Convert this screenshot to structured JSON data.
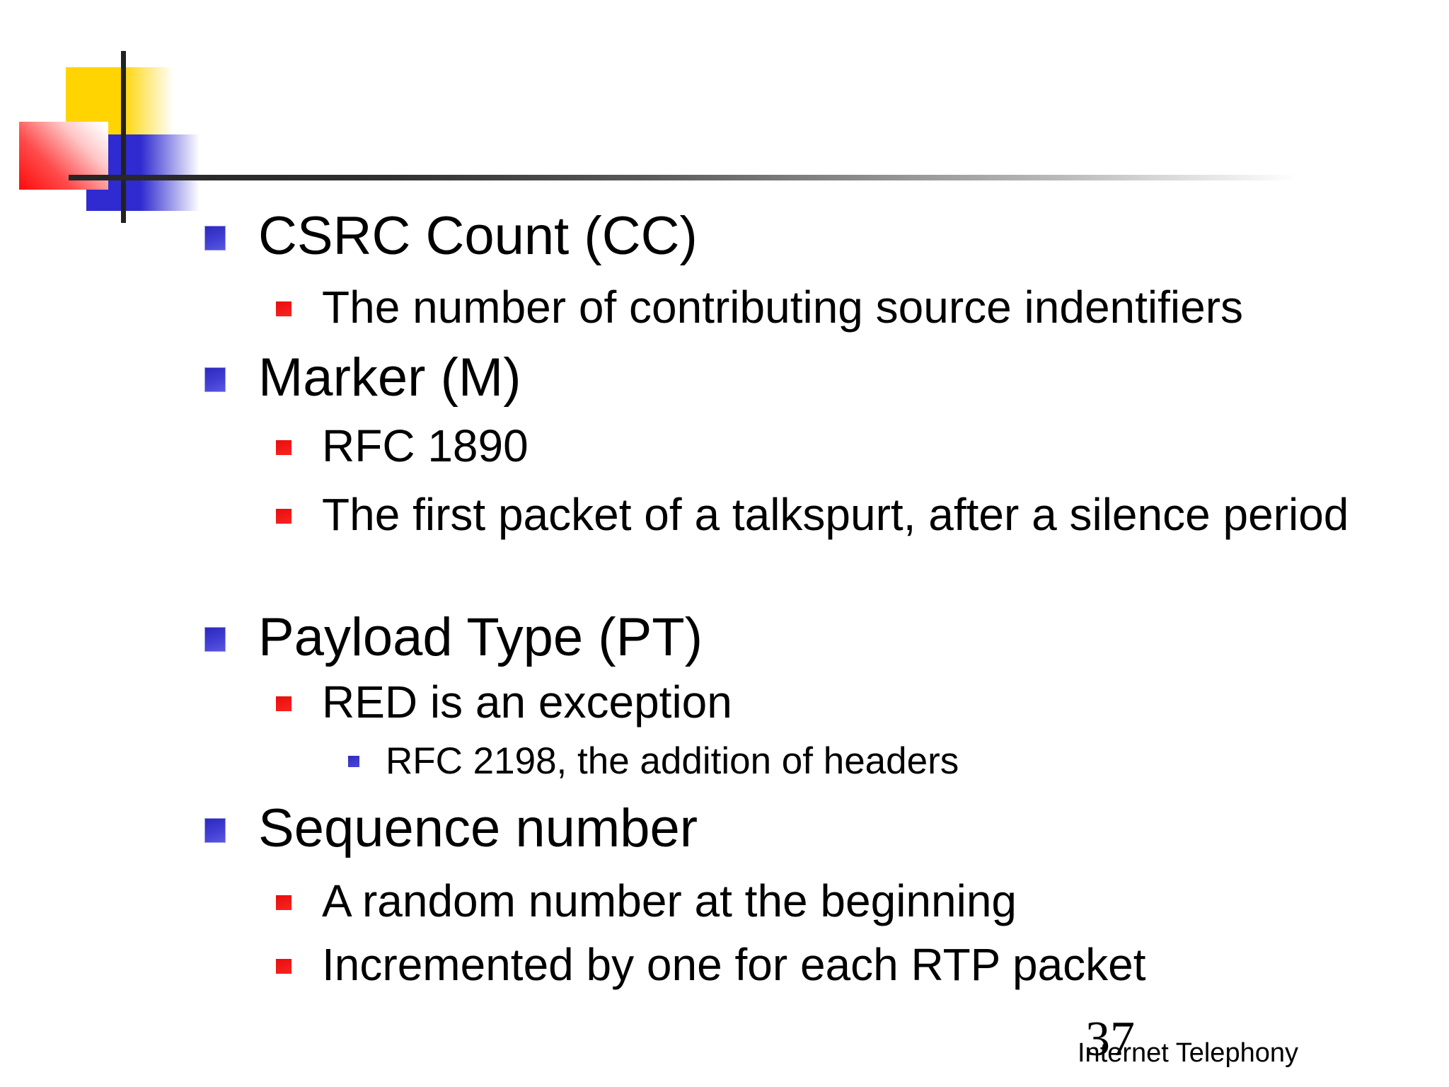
{
  "slide": {
    "page_number": "37",
    "footer": "Internet Telephony",
    "bullets": [
      {
        "level": 1,
        "text": "CSRC Count (CC)"
      },
      {
        "level": 2,
        "text": "The number of contributing source indentifiers"
      },
      {
        "level": 1,
        "text": "Marker (M)"
      },
      {
        "level": 2,
        "text": "RFC 1890"
      },
      {
        "level": 2,
        "text": "The first packet of a talkspurt, after a silence period"
      },
      {
        "level": 1,
        "text": "Payload Type (PT)"
      },
      {
        "level": 2,
        "text": "RED is an exception"
      },
      {
        "level": 3,
        "text": "RFC 2198, the addition of headers"
      },
      {
        "level": 1,
        "text": "Sequence number"
      },
      {
        "level": 2,
        "text": "A random number at the beginning"
      },
      {
        "level": 2,
        "text": "Incremented by one for each RTP packet"
      }
    ],
    "colors": {
      "deco_yellow": "#ffd400",
      "deco_red": "#ff0b0b",
      "deco_blue": "#2f2bd0",
      "line_dark": "#262626",
      "bullet_level1_blue": "#2c29bd",
      "bullet_level2_red": "#e80d0d",
      "bullet_level3_blue": "#2e2bc0",
      "text": "#000000",
      "background": "#ffffff"
    }
  }
}
